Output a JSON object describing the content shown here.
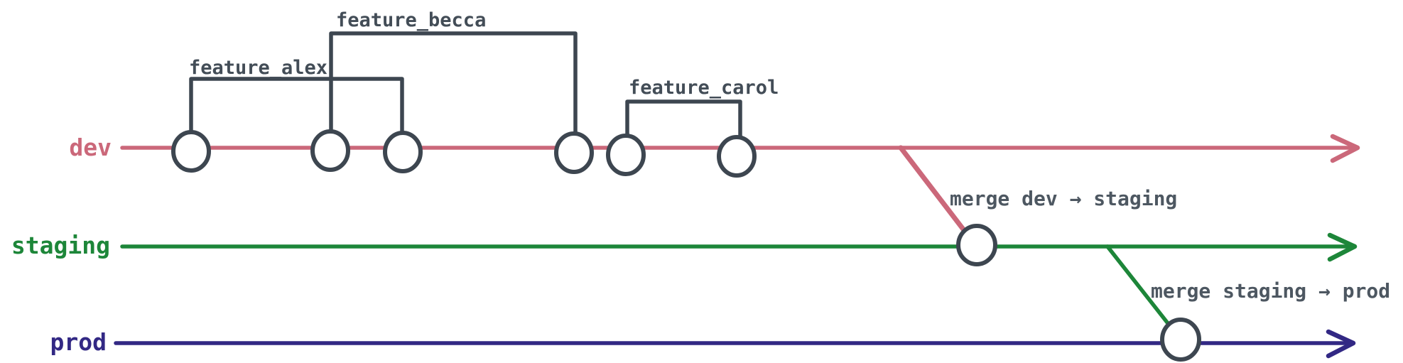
{
  "diagram": {
    "kind": "git-branch-timeline",
    "background": "#ffffff",
    "ink": "#3d4650",
    "feature_text_color": "#434d57",
    "merge_text_color": "#4d5761",
    "commit_fill": "#ffffff",
    "branches": [
      {
        "name": "dev",
        "color": "#cb687a"
      },
      {
        "name": "staging",
        "color": "#1d8639"
      },
      {
        "name": "prod",
        "color": "#322884"
      }
    ],
    "features": [
      {
        "label": "feature_alex",
        "branch": "dev"
      },
      {
        "label": "feature_becca",
        "branch": "dev"
      },
      {
        "label": "feature_carol",
        "branch": "dev"
      }
    ],
    "merges": [
      {
        "label": "merge dev → staging",
        "from": "dev",
        "to": "staging"
      },
      {
        "label": "merge staging → prod",
        "from": "staging",
        "to": "prod"
      }
    ],
    "commit_counts": {
      "dev": 6,
      "staging": 1,
      "prod": 1
    }
  }
}
